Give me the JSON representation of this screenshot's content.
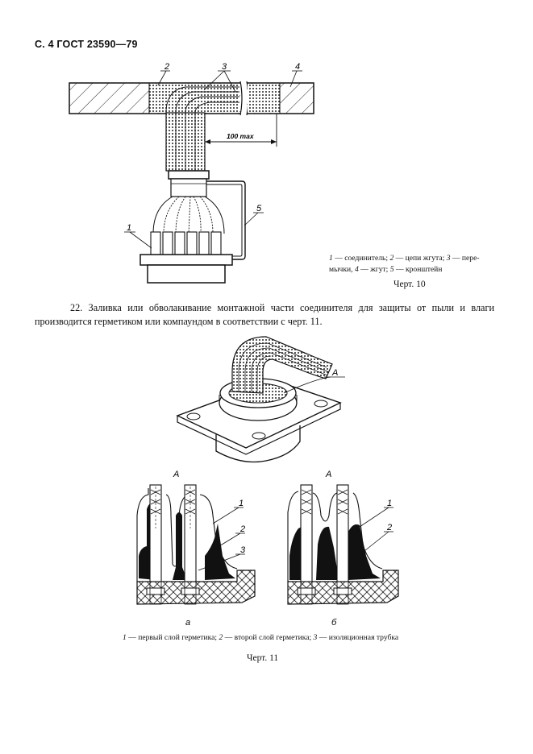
{
  "header": {
    "title": "С. 4 ГОСТ 23590—79"
  },
  "figure10": {
    "labels": {
      "n1": "1",
      "n2": "2",
      "n3": "3",
      "n4": "4",
      "n5": "5"
    },
    "dimension": "100 max",
    "legend": [
      {
        "num": "1",
        "text": " — соединитель; "
      },
      {
        "num": "2",
        "text": " — цепи жгута; "
      },
      {
        "num": "3",
        "text": " — пере-"
      },
      {
        "num": "",
        "text": "мычки, "
      },
      {
        "num": "4",
        "text": " — жгут; "
      },
      {
        "num": "5",
        "text": " — кронштейн"
      }
    ],
    "caption": "Черт. 10"
  },
  "paragraph": {
    "line1": "22. Заливка или обволакивание монтажной части соединителя для защиты от пыли и влаги",
    "line2": "производится герметиком или компаундом в соответствии с черт. 11."
  },
  "figure11": {
    "view_label": "А",
    "detail_label_a": "А",
    "detail_label_b": "А",
    "callouts_a": {
      "n1": "1",
      "n2": "2",
      "n3": "3"
    },
    "callouts_b": {
      "n1": "1",
      "n2": "2"
    },
    "subcaption_a": "а",
    "subcaption_b": "б",
    "legend": [
      {
        "num": "1",
        "text": " — первый слой герметика; "
      },
      {
        "num": "2",
        "text": " — второй слой герметика; "
      },
      {
        "num": "3",
        "text": " — изоляционная трубка"
      }
    ],
    "caption": "Черт. 11"
  }
}
